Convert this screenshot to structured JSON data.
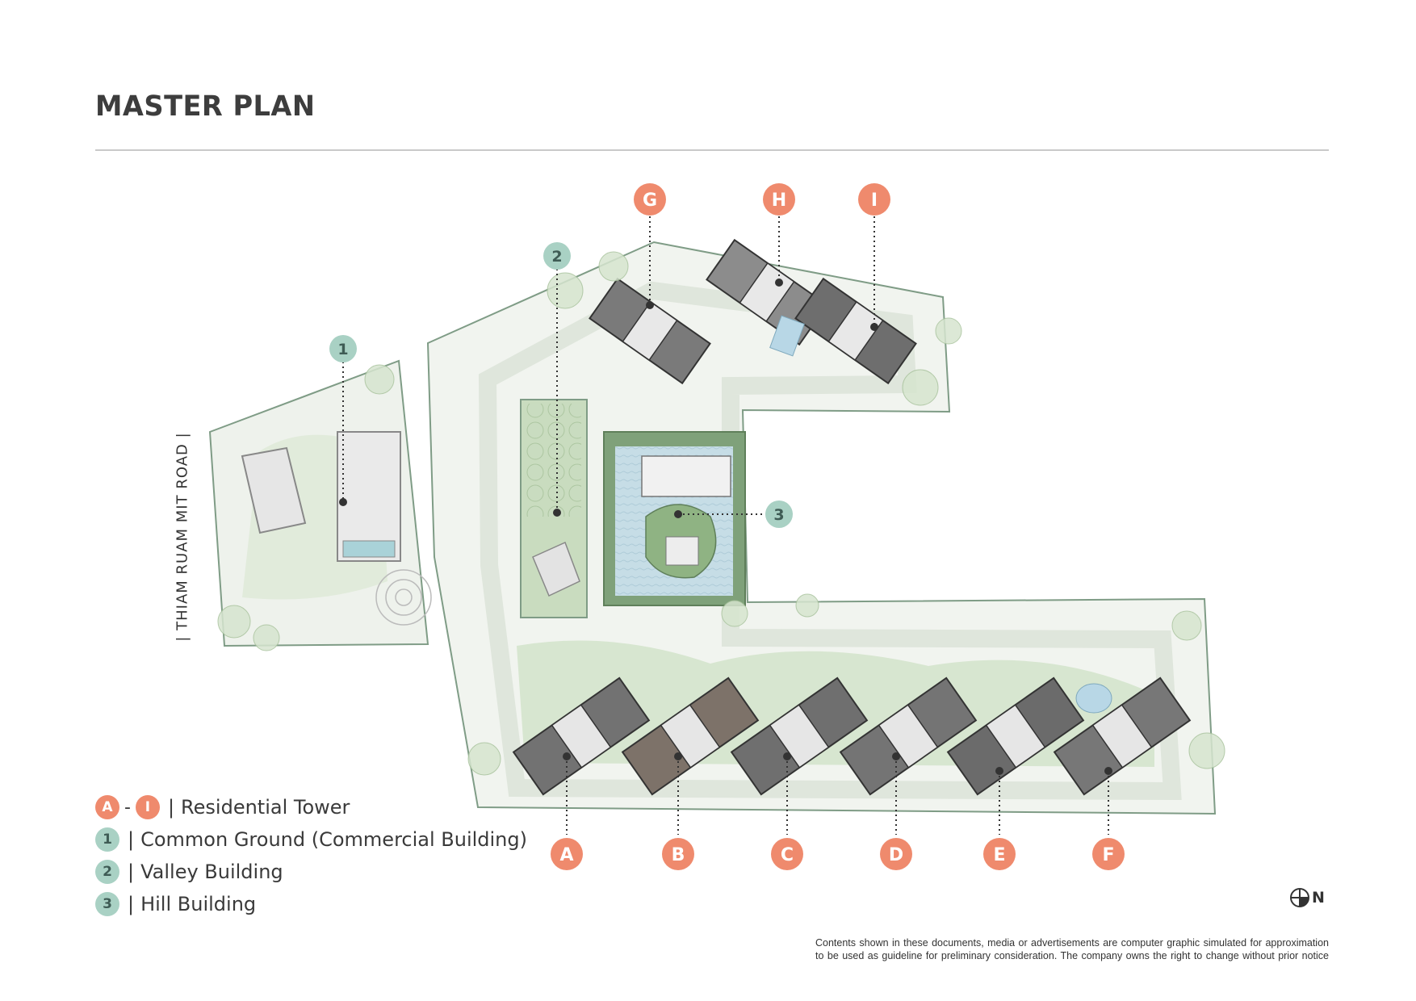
{
  "title": "MASTER PLAN",
  "road_label": "| THIAM RUAM MIT ROAD |",
  "towers": [
    {
      "id": "G"
    },
    {
      "id": "H"
    },
    {
      "id": "I"
    },
    {
      "id": "A"
    },
    {
      "id": "B"
    },
    {
      "id": "C"
    },
    {
      "id": "D"
    },
    {
      "id": "E"
    },
    {
      "id": "F"
    }
  ],
  "buildings": [
    {
      "id": "1"
    },
    {
      "id": "2"
    },
    {
      "id": "3"
    }
  ],
  "legend": {
    "residential": {
      "from": "A",
      "dash": "-",
      "to": "I",
      "sep": "|",
      "label": "Residential Tower"
    },
    "items": [
      {
        "badge": "1",
        "sep": "|",
        "label": "Common Ground",
        "note": "(Commercial Building)"
      },
      {
        "badge": "2",
        "sep": "|",
        "label": "Valley Building",
        "note": ""
      },
      {
        "badge": "3",
        "sep": "|",
        "label": "Hill Building",
        "note": ""
      }
    ]
  },
  "compass": {
    "label": "N"
  },
  "disclaimer": {
    "line1": "Contents  shown in these documents, media or advertisements are computer graphic simulated for approximation",
    "line2": "to be used as guideline for preliminary consideration. The company owns the right to change without prior notice"
  },
  "colors": {
    "residential_badge": "#ef8a6d",
    "common_badge": "#a9d1c4",
    "site_outline": "#7f9c86",
    "landscape_green": "#cfe0c6",
    "tree_green": "#b7d1ac",
    "pool_blue": "#bfd9e3",
    "building_gray": "#6e6e6e"
  }
}
